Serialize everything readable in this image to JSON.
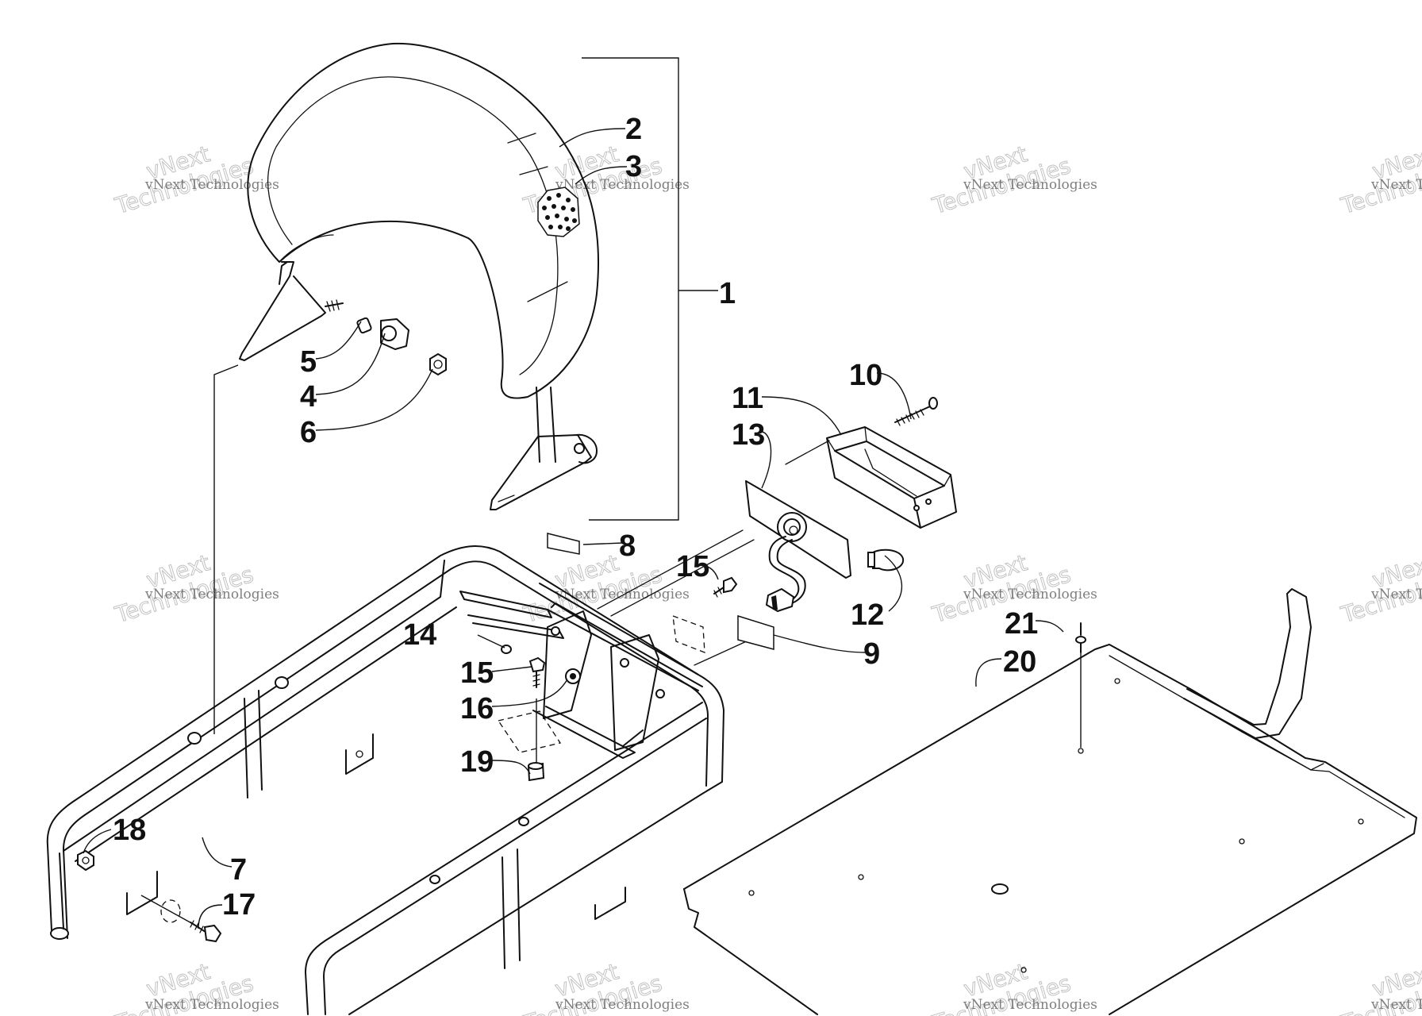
{
  "callouts": [
    "1",
    "2",
    "3",
    "4",
    "5",
    "6",
    "7",
    "8",
    "9",
    "10",
    "11",
    "12",
    "13",
    "14",
    "15",
    "15",
    "16",
    "17",
    "18",
    "19",
    "20",
    "21"
  ],
  "watermark": {
    "line1": "vNext Technologies",
    "line2": "vNext",
    "line3": "Technologies"
  }
}
